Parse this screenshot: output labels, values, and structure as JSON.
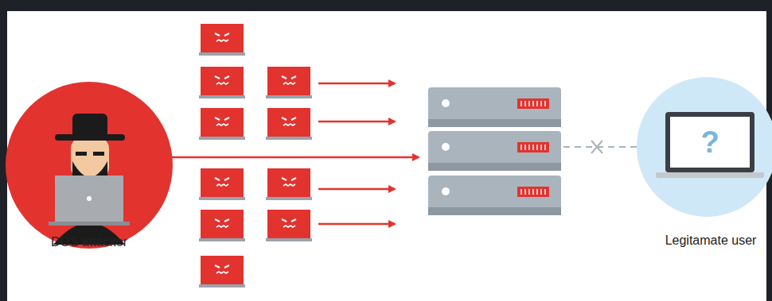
{
  "diagram": {
    "nodes": [
      {
        "text": [
          "DOS attacker"
        ]
      },
      {
        "text": [
          "?",
          "Legitamate user"
        ]
      }
    ]
  }
}
